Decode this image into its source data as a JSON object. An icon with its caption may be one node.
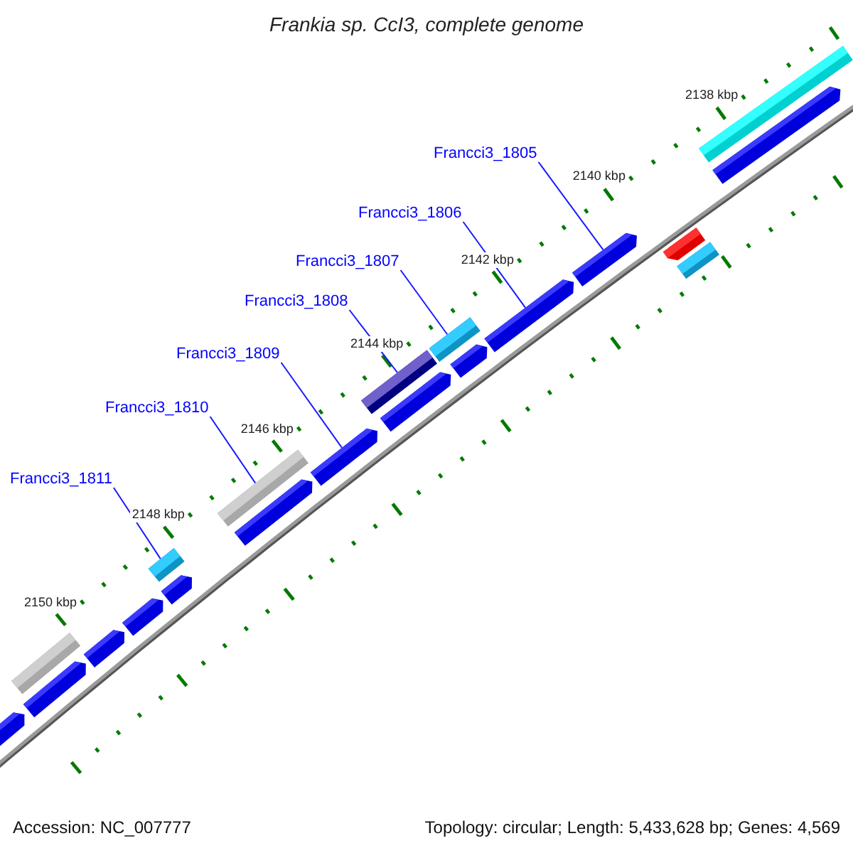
{
  "diagram": {
    "title": "Frankia sp. CcI3, complete genome",
    "nodes": [
      {
        "text": [
          "Francci3_1805"
        ]
      },
      {
        "text": [
          "Francci3_1806"
        ]
      },
      {
        "text": [
          "Francci3_1807"
        ]
      },
      {
        "text": [
          "Francci3_1808"
        ]
      },
      {
        "text": [
          "Francci3_1809"
        ]
      },
      {
        "text": [
          "Francci3_1810"
        ]
      },
      {
        "text": [
          "Francci3_1811"
        ]
      },
      {
        "text": [],
        "shape": "pentagon"
      },
      {
        "text": [],
        "shape": "pentagon"
      },
      {
        "text": [],
        "shape": "bar"
      },
      {
        "text": [],
        "shape": "pentagon"
      },
      {
        "text": [],
        "shape": "pentagon"
      },
      {
        "text": [],
        "shape": "pentagon"
      },
      {
        "text": [],
        "shape": "bar"
      },
      {
        "text": [],
        "shape": "bar"
      },
      {
        "text": [],
        "shape": "pentagon"
      },
      {
        "text": [],
        "shape": "pentagon"
      },
      {
        "text": [],
        "shape": "bar"
      },
      {
        "text": [],
        "shape": "pentagon"
      },
      {
        "text": [],
        "shape": "bar"
      },
      {
        "text": [],
        "shape": "pentagon"
      },
      {
        "text": [],
        "shape": "pentagon"
      },
      {
        "text": [],
        "shape": "pentagon"
      },
      {
        "text": [],
        "shape": "pentagon"
      },
      {
        "text": [],
        "shape": "bar"
      },
      {
        "text": [],
        "shape": "pentagon"
      },
      {
        "text": [],
        "shape": "bar"
      }
    ],
    "edges": [
      {
        "from": 0,
        "to": 22,
        "arrow": "none"
      },
      {
        "from": 1,
        "to": 21,
        "arrow": "none"
      },
      {
        "from": 2,
        "to": 19,
        "arrow": "none"
      },
      {
        "from": 3,
        "to": 17,
        "arrow": "none"
      },
      {
        "from": 4,
        "to": 16,
        "arrow": "none"
      },
      {
        "from": 5,
        "to": 14,
        "arrow": "none"
      },
      {
        "from": 6,
        "to": 13,
        "arrow": "none"
      }
    ],
    "labels": [
      "2138 kbp",
      "2140 kbp",
      "2142 kbp",
      "2144 kbp",
      "2146 kbp",
      "2148 kbp",
      "2150 kbp",
      "Accession: NC_007777",
      "Topology: circular; Length: 5,433,628 bp; Genes: 4,569"
    ]
  }
}
